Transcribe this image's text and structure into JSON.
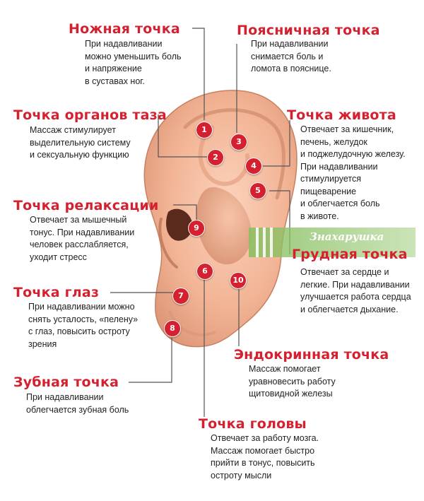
{
  "points": [
    {
      "id": "leg",
      "title": "Ножная точка",
      "lines": [
        "При надавливании",
        "можно уменьшить боль",
        "и напряжение",
        "в суставах ног."
      ]
    },
    {
      "id": "lumbar",
      "title": "Поясничная точка",
      "lines": [
        "При надавливании",
        "снимается боль и",
        "ломота в пояснице."
      ]
    },
    {
      "id": "pelvis",
      "title": "Точка органов таза",
      "lines": [
        "Массаж стимулирует",
        "выделительную систему",
        "и сексуальную функцию"
      ]
    },
    {
      "id": "abdomen",
      "title": "Точка живота",
      "lines": [
        "Отвечает за кишечник,",
        "печень, желудок",
        "и поджелудочную железу.",
        "При надавливании",
        "стимулируется",
        "пищеварение",
        "и облегчается боль",
        "в животе."
      ]
    },
    {
      "id": "relax",
      "title": "Точка релаксации",
      "lines": [
        "Отвечает за мышечный",
        "тонус. При надавливании",
        "человек расслабляется,",
        "уходит стресс"
      ]
    },
    {
      "id": "chest",
      "title": "Грудная точка",
      "lines": [
        "Отвечает за сердце и",
        "легкие. При надавливании",
        "улучшается работа сердца",
        "и облегчается дыхание."
      ]
    },
    {
      "id": "eye",
      "title": "Точка глаз",
      "lines": [
        "При надавливании можно",
        "снять усталость, «пелену»",
        "с глаз, повысить остроту",
        "зрения"
      ]
    },
    {
      "id": "endocrine",
      "title": "Эндокринная точка",
      "lines": [
        "Массаж помогает",
        "уравновесить работу",
        "щитовидной железы"
      ]
    },
    {
      "id": "tooth",
      "title": "Зубная точка",
      "lines": [
        "При надавливании",
        "облегчается зубная боль"
      ]
    },
    {
      "id": "head",
      "title": "Точка головы",
      "lines": [
        "Отвечает за работу мозга.",
        "Массаж помогает быстро",
        "прийти в тонус, повысить",
        "остроту мысли"
      ]
    }
  ],
  "badges": [
    "1",
    "2",
    "3",
    "4",
    "5",
    "6",
    "7",
    "8",
    "9",
    "10"
  ],
  "watermark": {
    "text": "Знахарушка"
  },
  "colors": {
    "title": "#d4202f",
    "badge": "#d4202f",
    "skin": "#f2b495",
    "skin_shadow": "#c97e5f",
    "text": "#222222"
  }
}
